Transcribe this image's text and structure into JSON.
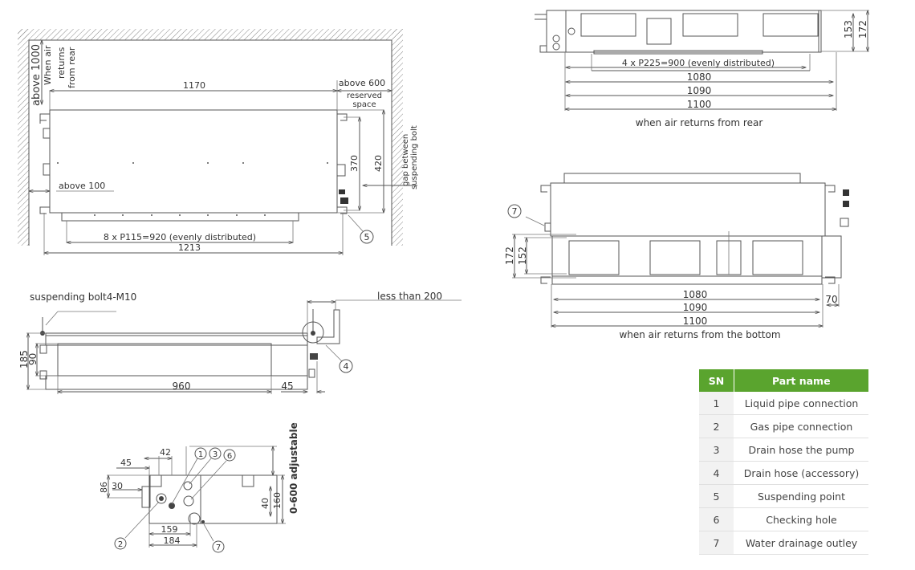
{
  "top_view": {
    "label_above_1000": "above 1000",
    "label_when_air_1": "When air",
    "label_when_air_2": "returns",
    "label_when_air_3": "from rear",
    "dim_1170": "1170",
    "label_above_600": "above 600",
    "label_reserved_1": "reserved",
    "label_reserved_2": "space",
    "dim_370": "370",
    "dim_420": "420",
    "label_gap_1": "gap between",
    "label_gap_2": "suspending bolt",
    "label_above_100": "above 100",
    "label_pitch": "8 x P115=920 (evenly distributed)",
    "dim_1213": "1213",
    "callout_5": "5"
  },
  "side_view": {
    "label_bolt": "suspending bolt4-M10",
    "label_less_200": "less than 200",
    "dim_185": "185",
    "dim_90": "90",
    "dim_960": "960",
    "dim_45": "45",
    "callout_4": "4"
  },
  "end_view": {
    "dim_42": "42",
    "dim_45": "45",
    "dim_86": "86",
    "dim_30": "30",
    "dim_40": "40",
    "dim_160": "160",
    "dim_159": "159",
    "dim_184": "184",
    "label_adjustable": "0-600 adjustable",
    "callouts": [
      "1",
      "3",
      "6",
      "2",
      "7"
    ]
  },
  "rear_return_view": {
    "label_pitch": "4 x P225=900 (evenly distributed)",
    "dim_1080": "1080",
    "dim_1090": "1090",
    "dim_1100": "1100",
    "dim_153": "153",
    "dim_172": "172",
    "caption": "when air returns from rear"
  },
  "bottom_return_view": {
    "callout_7": "7",
    "dim_172": "172",
    "dim_152": "152",
    "dim_1080": "1080",
    "dim_1090": "1090",
    "dim_1100": "1100",
    "dim_70": "70",
    "caption": "when air returns from the bottom"
  },
  "parts_table": {
    "header_sn": "SN",
    "header_name": "Part name",
    "header_color": "#5aa42e",
    "rows": [
      {
        "sn": "1",
        "name": "Liquid pipe connection"
      },
      {
        "sn": "2",
        "name": "Gas pipe connection"
      },
      {
        "sn": "3",
        "name": "Drain hose the pump"
      },
      {
        "sn": "4",
        "name": "Drain hose (accessory)"
      },
      {
        "sn": "5",
        "name": "Suspending point"
      },
      {
        "sn": "6",
        "name": "Checking hole"
      },
      {
        "sn": "7",
        "name": "Water drainage outley"
      }
    ]
  }
}
